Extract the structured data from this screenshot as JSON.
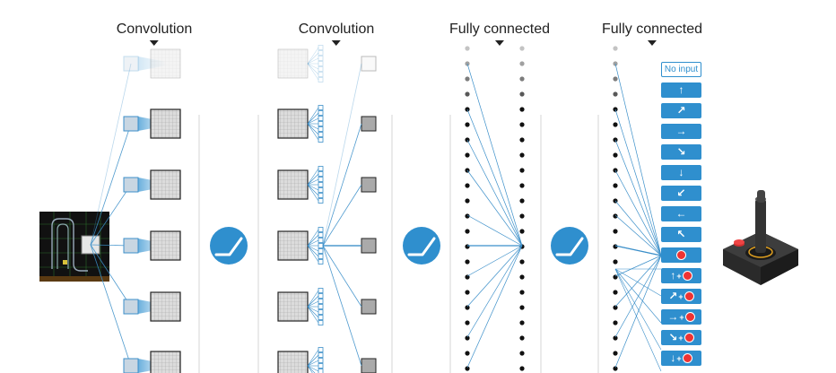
{
  "layers": [
    {
      "id": "conv1",
      "label": "Convolution"
    },
    {
      "id": "conv2",
      "label": "Convolution"
    },
    {
      "id": "fc1",
      "label": "Fully connected"
    },
    {
      "id": "fc2",
      "label": "Fully connected"
    }
  ],
  "actions": [
    {
      "name": "no-input",
      "text": "No input"
    },
    {
      "name": "up",
      "glyph": "↑"
    },
    {
      "name": "up-right",
      "glyph": "↗"
    },
    {
      "name": "right",
      "glyph": "→"
    },
    {
      "name": "down-right",
      "glyph": "↘"
    },
    {
      "name": "down",
      "glyph": "↓"
    },
    {
      "name": "down-left",
      "glyph": "↙"
    },
    {
      "name": "left",
      "glyph": "←"
    },
    {
      "name": "up-left",
      "glyph": "↖"
    },
    {
      "name": "fire",
      "glyph": "",
      "fire": true
    },
    {
      "name": "up-fire",
      "glyph": "↑",
      "fire": true
    },
    {
      "name": "up-right-fire",
      "glyph": "↗",
      "fire": true
    },
    {
      "name": "right-fire",
      "glyph": "→",
      "fire": true
    },
    {
      "name": "down-right-fire",
      "glyph": "↘",
      "fire": true
    },
    {
      "name": "down-fire",
      "glyph": "↓",
      "fire": true
    }
  ],
  "plus_sign": "+",
  "colors": {
    "accent": "#2f8fce",
    "line": "#3b8fc9",
    "node": "#111111",
    "fire": "#e33333"
  },
  "icons": [
    "relu-activation-icon",
    "joystick-icon",
    "game-frame-thumbnail"
  ]
}
